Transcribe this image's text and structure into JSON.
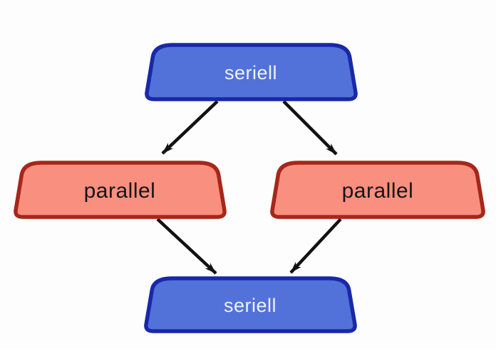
{
  "diagram": {
    "description": "Flow diagram of alternating serial and parallel stages: one serial stage fans out to two parallel stages, which merge back into a serial stage",
    "nodes": [
      {
        "id": "seriell-top",
        "label": "seriell",
        "type": "seriell"
      },
      {
        "id": "parallel-left",
        "label": "parallel",
        "type": "parallel"
      },
      {
        "id": "parallel-right",
        "label": "parallel",
        "type": "parallel"
      },
      {
        "id": "seriell-bottom",
        "label": "seriell",
        "type": "seriell"
      }
    ],
    "edges": [
      {
        "from": "seriell-top",
        "to": "parallel-left"
      },
      {
        "from": "seriell-top",
        "to": "parallel-right"
      },
      {
        "from": "parallel-left",
        "to": "seriell-bottom"
      },
      {
        "from": "parallel-right",
        "to": "seriell-bottom"
      }
    ]
  },
  "colors": {
    "background": "#fdfdfd",
    "seriell_fill": "#5272DA",
    "seriell_border": "#1928A9",
    "seriell_text": "#EFF1F8",
    "parallel_fill": "#F98F7F",
    "parallel_border": "#A6271A",
    "parallel_text": "#151515",
    "arrow": "#121212"
  }
}
